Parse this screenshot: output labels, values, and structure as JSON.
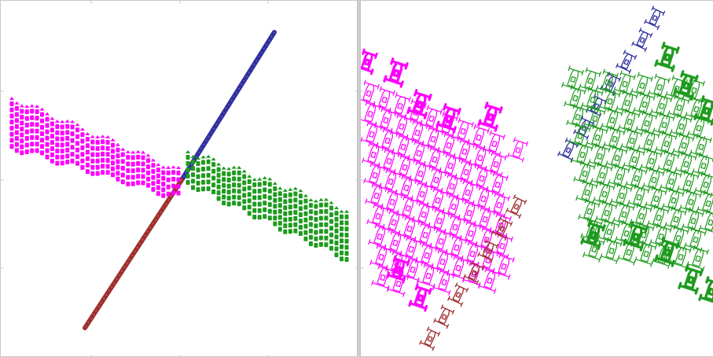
{
  "colors": {
    "magenta": "#ff00ff",
    "green": "#1e9b1e",
    "blue": "#2f2f9e",
    "red": "#9e2f2f",
    "frame": "#c8c8c8"
  },
  "icons": {
    "glyph": "racecar-outline-icon"
  },
  "panels": [
    {
      "name": "overview-plot",
      "groups": [
        "magenta-cluster",
        "green-cluster",
        "blue-line",
        "red-line"
      ]
    },
    {
      "name": "zoomed-plot",
      "groups": [
        "magenta-cluster",
        "green-cluster",
        "blue-column",
        "red-column"
      ]
    }
  ]
}
